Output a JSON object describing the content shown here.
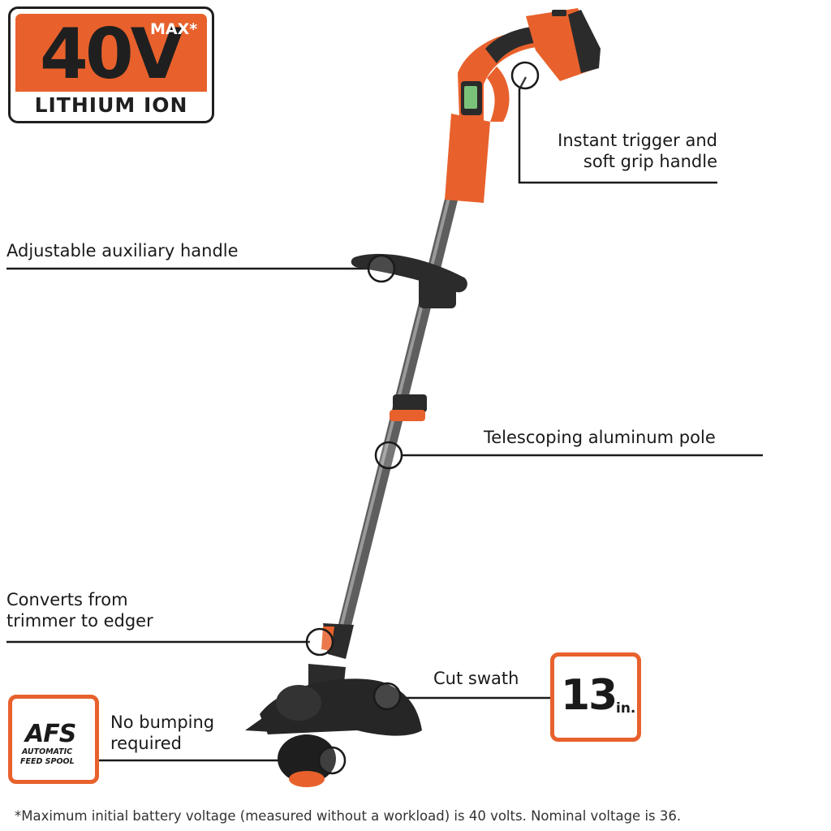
{
  "badge": {
    "voltage": "40V",
    "max": "MAX*",
    "chemistry": "LITHIUM ION"
  },
  "callouts": {
    "trigger_line1": "Instant trigger and",
    "trigger_line2": "soft grip handle",
    "aux_handle": "Adjustable auxiliary handle",
    "pole": "Telescoping aluminum pole",
    "edger_line1": "Converts from",
    "edger_line2": "trimmer to edger",
    "swath_label": "Cut swath",
    "bump_line1": "No bumping",
    "bump_line2": "required"
  },
  "swath": {
    "value": "13",
    "unit": "in."
  },
  "afs": {
    "logo": "AFS",
    "line1": "AUTOMATIC",
    "line2": "FEED SPOOL"
  },
  "footnote": "*Maximum initial battery voltage (measured without a workload) is 40 volts. Nominal voltage is 36.",
  "colors": {
    "accent": "#e8612c",
    "dark": "#1f1f1f",
    "pole": "#6e6e6e"
  }
}
